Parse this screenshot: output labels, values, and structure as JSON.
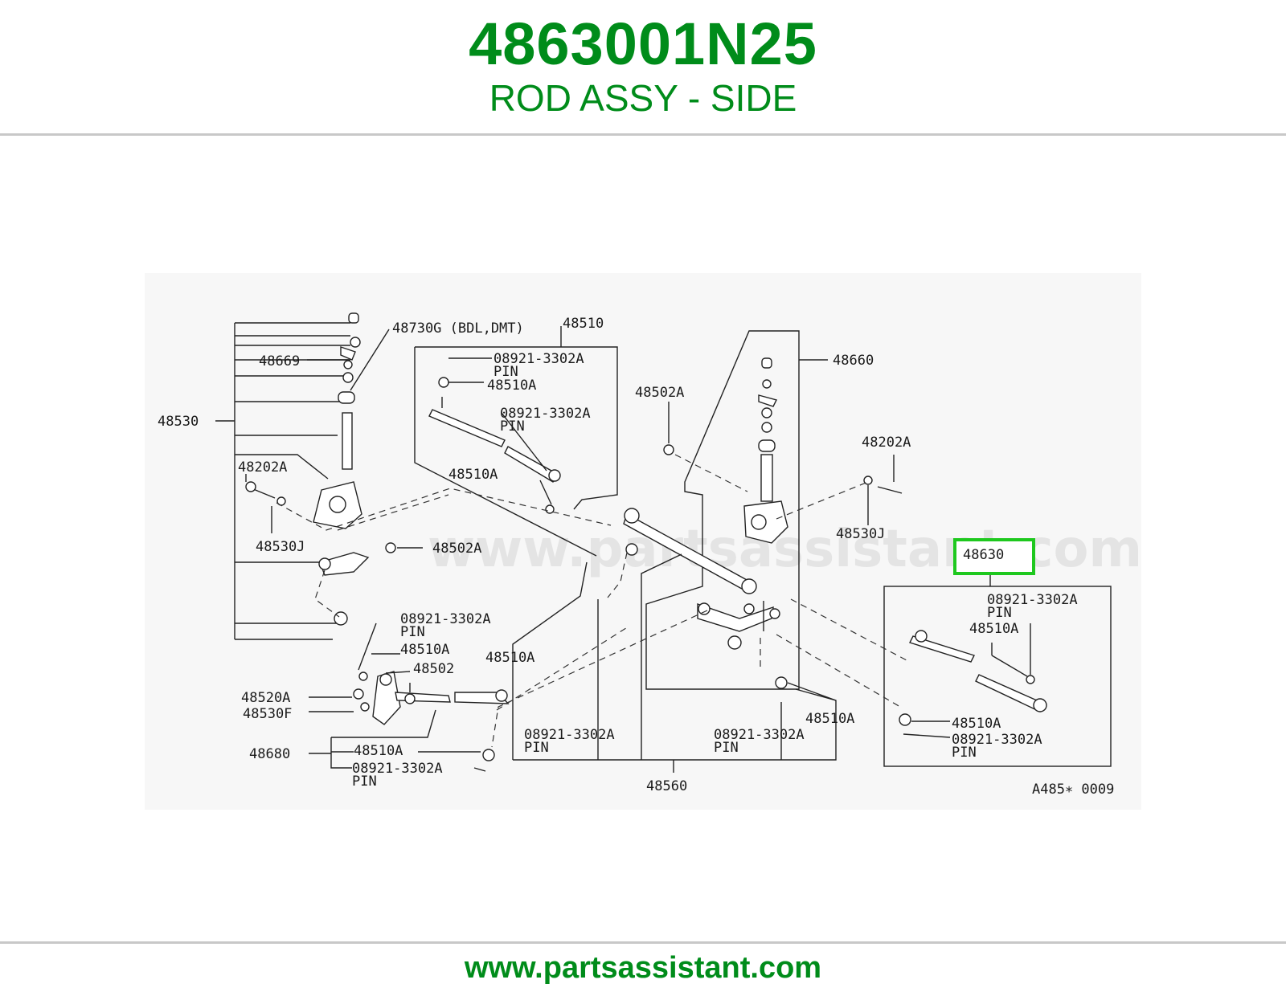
{
  "header": {
    "part_number": "4863001N25",
    "part_name": "ROD ASSY - SIDE"
  },
  "footer": {
    "site_url": "www.partsassistant.com"
  },
  "diagram": {
    "watermark": "www.partsassistant.com",
    "drawing_code": "A485∗ 0009",
    "highlight_color": "#1ec81e",
    "text_color": "#008c1a",
    "labels": {
      "p48530": "48530",
      "p48730g": "48730G (BDL,DMT)",
      "p48669": "48669",
      "p48202a_l": "48202A",
      "p48530j_l": "48530J",
      "p48502a_l": "48502A",
      "p48510": "48510",
      "p08921_a": "08921-3302A",
      "pin_a": "PIN",
      "p48510a_a": "48510A",
      "p08921_b": "08921-3302A",
      "pin_b": "PIN",
      "p48510a_b": "48510A",
      "p48502a_c": "48502A",
      "p48660": "48660",
      "p48202a_r": "48202A",
      "p48530j_r": "48530J",
      "p48630": "48630",
      "p08921_c": "08921-3302A",
      "pin_c": "PIN",
      "p48510a_c": "48510A",
      "p48510a_d": "48510A",
      "p08921_d": "08921-3302A",
      "pin_d": "PIN",
      "p08921_e": "08921-3302A",
      "pin_e": "PIN",
      "p48510a_e": "48510A",
      "p48502": "48502",
      "p48520a": "48520A",
      "p48530f": "48530F",
      "p48510a_f": "48510A",
      "p48680": "48680",
      "p48510a_g": "48510A",
      "p08921_g": "08921-3302A",
      "pin_g": "PIN",
      "p08921_h": "08921-3302A",
      "pin_h": "PIN",
      "p08921_i": "08921-3302A",
      "pin_i": "PIN",
      "p48510a_i": "48510A",
      "p48560": "48560"
    }
  }
}
